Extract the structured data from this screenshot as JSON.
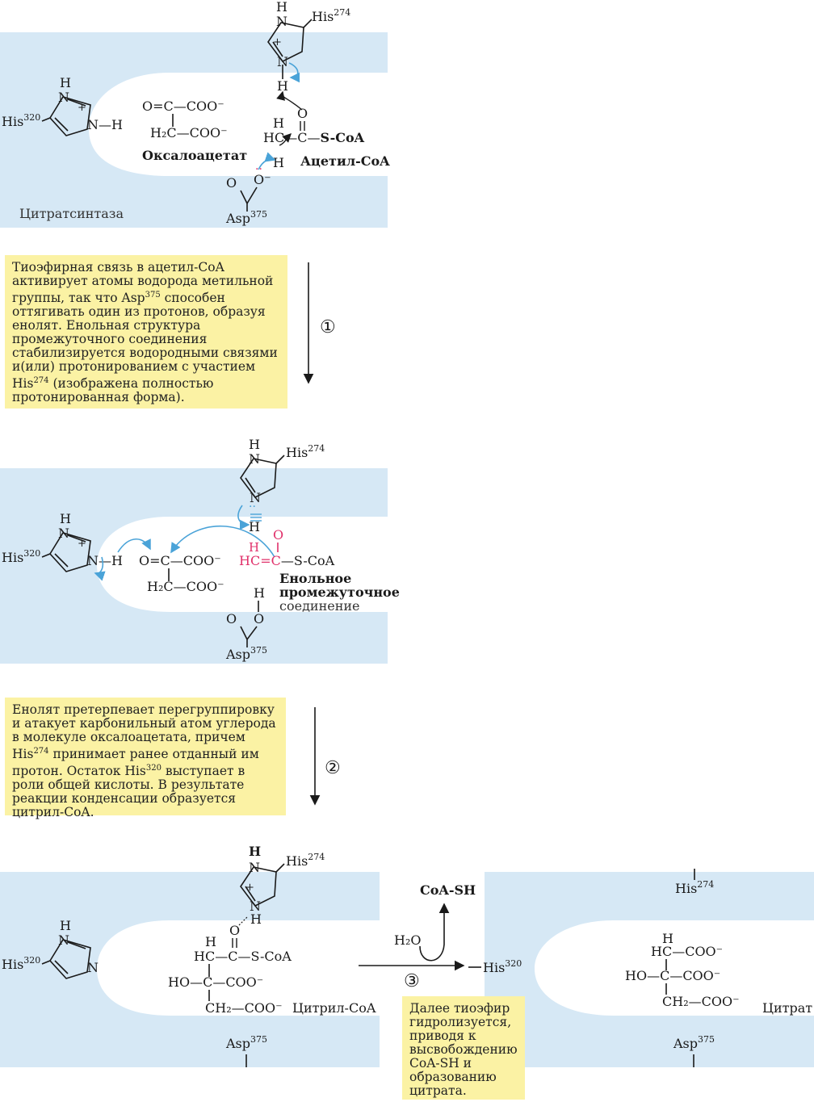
{
  "colors": {
    "enzyme_blue": "#d6e8f5",
    "enzyme_blue_dark": "#c3dbee",
    "note_yellow": "#fbf2a4",
    "arrow_blue": "#4aa3d8",
    "enol_red": "#e0306a",
    "ink": "#1a1a1a"
  },
  "residues": {
    "his320": "His",
    "his320_num": "320",
    "his274": "His",
    "his274_num": "274",
    "asp375": "Asp",
    "asp375_num": "375"
  },
  "panel1": {
    "enzyme_label": "Цитратсинтаза",
    "oxaloacetate_label": "Оксалоацетат",
    "acetylcoa_label": "Ацетил-CoA",
    "oaa_line1": "O=C—COO⁻",
    "oaa_line2": "H₂C—COO⁻",
    "scoa": "S-CoA"
  },
  "step1": {
    "number": "①",
    "lines": [
      "Тиоэфирная связь в ацетил-CoA",
      "активирует атомы водорода метильной",
      "группы, так что Asp^375 способен",
      "оттягивать один из протонов, образуя",
      "енолят. Енольная структура",
      "промежуточного соединения",
      "стабилизируется водородными связями",
      "и(или) протонированием с участием",
      "His^274 (изображена полностью",
      "протонированная форма)."
    ]
  },
  "panel2": {
    "enol_label_1": "Енольное",
    "enol_label_2": "промежуточное",
    "enol_label_3": "соединение",
    "oaa_line1": "O=C—COO⁻",
    "oaa_line2": "H₂C—COO⁻",
    "enol_text": "HC=C—S-CoA"
  },
  "step2": {
    "number": "②",
    "lines": [
      "Енолят претерпевает перегруппировку",
      "и атакует карбонильный атом углерода",
      "в молекуле оксалоацетата, причем",
      "His^274 принимает ранее отданный им",
      "протон. Остаток His^320 выступает в",
      "роли общей кислоты. В результате",
      "реакции конденсации образуется",
      "цитрил-CoA."
    ]
  },
  "panel3": {
    "citrylcoa_label": "Цитрил-CoA",
    "citrate_label": "Цитрат",
    "coash": "CoA-SH",
    "water": "H₂O",
    "line_top": "HC—C—S-CoA",
    "line_mid": "HO—C—COO⁻",
    "line_bot": "CH₂—COO⁻",
    "cit_top": "HC—COO⁻",
    "cit_mid": "HO—C—COO⁻",
    "cit_bot": "CH₂—COO⁻"
  },
  "step3": {
    "number": "③",
    "lines": [
      "Далее тиоэфир",
      "гидролизуется,",
      "приводя к",
      "высвобождению",
      "CoA-SH и",
      "образованию",
      "цитрата."
    ]
  }
}
